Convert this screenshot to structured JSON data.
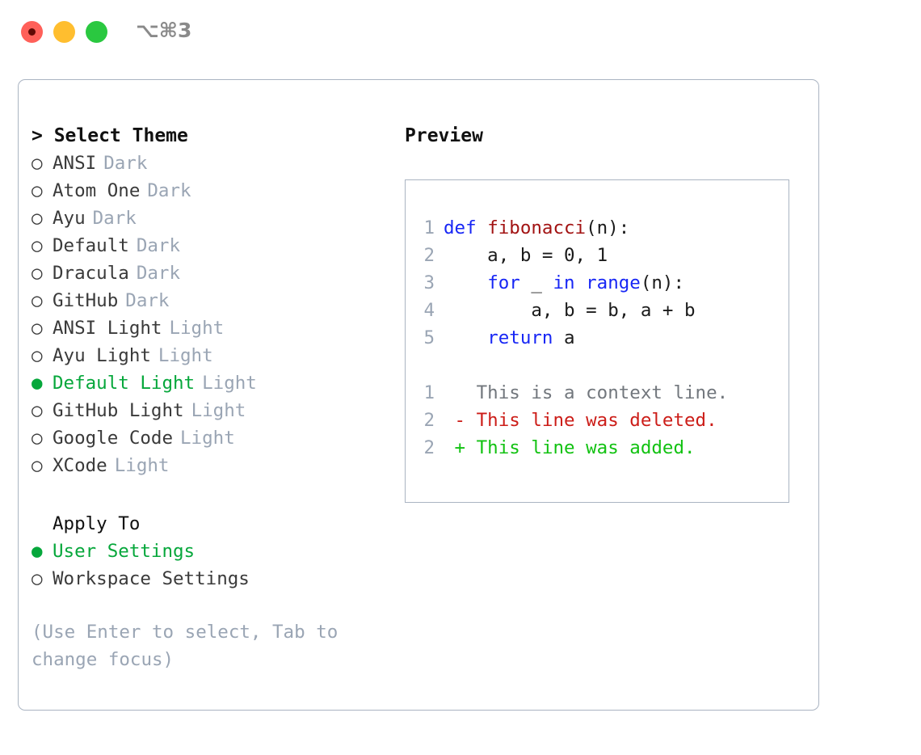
{
  "titlebar": {
    "shortcut": "⌥⌘3",
    "buttons": [
      {
        "name": "close",
        "color": "#ff6059"
      },
      {
        "name": "minimize",
        "color": "#ffbe2f"
      },
      {
        "name": "maximize",
        "color": "#2ac840"
      }
    ]
  },
  "theme_picker": {
    "heading": "> Select Theme",
    "markers": {
      "unselected": "○",
      "selected": "●"
    },
    "items": [
      {
        "marker": "○",
        "name": "ANSI",
        "kind": "Dark",
        "selected": false
      },
      {
        "marker": "○",
        "name": "Atom One",
        "kind": "Dark",
        "selected": false
      },
      {
        "marker": "○",
        "name": "Ayu",
        "kind": "Dark",
        "selected": false
      },
      {
        "marker": "○",
        "name": "Default",
        "kind": "Dark",
        "selected": false
      },
      {
        "marker": "○",
        "name": "Dracula",
        "kind": "Dark",
        "selected": false
      },
      {
        "marker": "○",
        "name": "GitHub",
        "kind": "Dark",
        "selected": false
      },
      {
        "marker": "○",
        "name": "ANSI Light",
        "kind": "Light",
        "selected": false
      },
      {
        "marker": "○",
        "name": "Ayu Light",
        "kind": "Light",
        "selected": false
      },
      {
        "marker": "●",
        "name": "Default Light",
        "kind": "Light",
        "selected": true
      },
      {
        "marker": "○",
        "name": "GitHub Light",
        "kind": "Light",
        "selected": false
      },
      {
        "marker": "○",
        "name": "Google Code",
        "kind": "Light",
        "selected": false
      },
      {
        "marker": "○",
        "name": "XCode",
        "kind": "Light",
        "selected": false
      }
    ]
  },
  "apply_to": {
    "label": "Apply To",
    "items": [
      {
        "marker": "●",
        "name": "User Settings",
        "selected": true
      },
      {
        "marker": "○",
        "name": "Workspace Settings",
        "selected": false
      }
    ]
  },
  "hint": "(Use Enter to select, Tab to change focus)",
  "preview": {
    "title": "Preview",
    "code_lines": [
      {
        "lineno": "1",
        "tokens": [
          {
            "text": "def ",
            "style": "kw"
          },
          {
            "text": "fibonacci",
            "style": "fn"
          },
          {
            "text": "(n):",
            "style": "plain"
          }
        ]
      },
      {
        "lineno": "2",
        "tokens": [
          {
            "text": "    a, b = 0, 1",
            "style": "plain"
          }
        ]
      },
      {
        "lineno": "3",
        "tokens": [
          {
            "text": "    ",
            "style": "plain"
          },
          {
            "text": "for",
            "style": "kw"
          },
          {
            "text": " _ ",
            "style": "plain"
          },
          {
            "text": "in range",
            "style": "kw"
          },
          {
            "text": "(n):",
            "style": "plain"
          }
        ]
      },
      {
        "lineno": "4",
        "tokens": [
          {
            "text": "        a, b = b, a + b",
            "style": "plain"
          }
        ]
      },
      {
        "lineno": "5",
        "tokens": [
          {
            "text": "    ",
            "style": "plain"
          },
          {
            "text": "return",
            "style": "kw"
          },
          {
            "text": " a",
            "style": "plain"
          }
        ]
      }
    ],
    "diff_lines": [
      {
        "lineno": "1",
        "text": "   This is a context line.",
        "style": "diff-ctx"
      },
      {
        "lineno": "2",
        "text": " - This line was deleted.",
        "style": "diff-del"
      },
      {
        "lineno": "2",
        "text": " + This line was added.",
        "style": "diff-add"
      }
    ]
  },
  "colors": {
    "accent_green": "#06a73b",
    "muted_gray": "#9aa5b4",
    "border": "#aab4c2",
    "keyword_blue": "#1726f5",
    "function_red": "#a21313",
    "diff_delete": "#cc1d18",
    "diff_add": "#12c212"
  }
}
